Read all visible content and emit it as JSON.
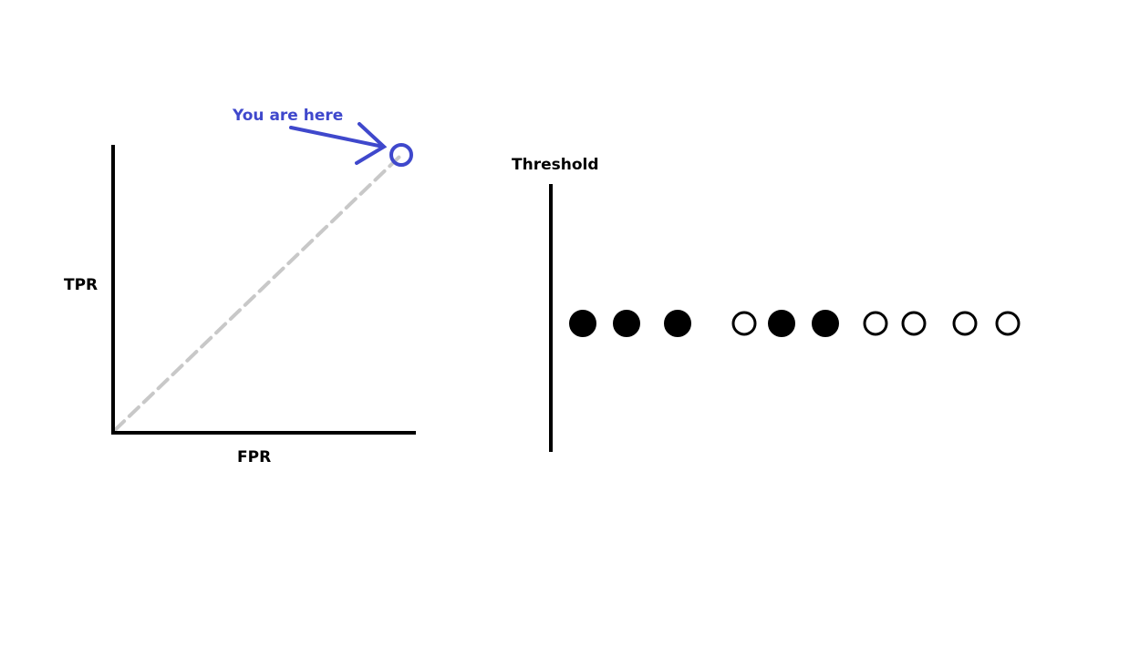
{
  "roc_plot": {
    "y_axis_label": "TPR",
    "x_axis_label": "FPR",
    "annotation": "You are here",
    "current_point": {
      "fpr": 1,
      "tpr": 1
    },
    "diagonal": "dashed"
  },
  "threshold_panel": {
    "label": "Threshold",
    "samples": [
      {
        "class": "positive"
      },
      {
        "class": "positive"
      },
      {
        "class": "positive"
      },
      {
        "class": "negative"
      },
      {
        "class": "positive"
      },
      {
        "class": "positive"
      },
      {
        "class": "negative"
      },
      {
        "class": "negative"
      },
      {
        "class": "negative"
      },
      {
        "class": "negative"
      }
    ]
  },
  "colors": {
    "ink": "#000000",
    "annotation": "#3f48cc",
    "diagonal": "#c8c8c8",
    "background": "#ffffff"
  }
}
